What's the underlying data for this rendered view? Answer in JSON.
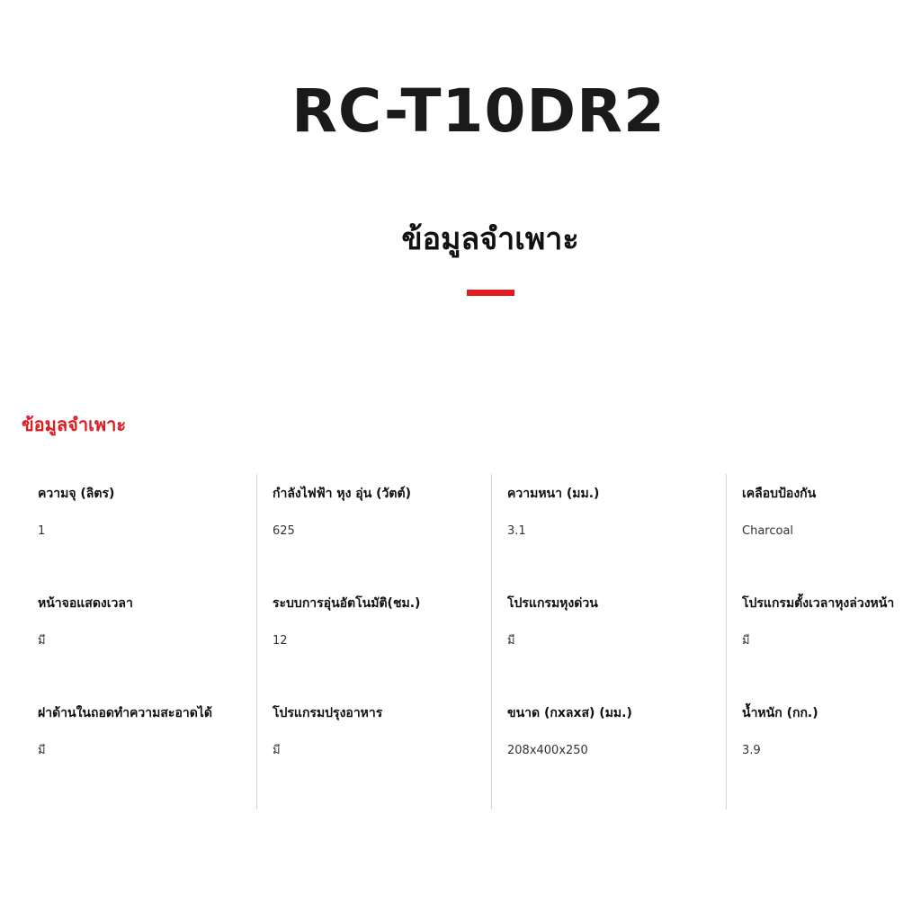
{
  "header": {
    "model": "RC-T10DR2",
    "section_title": "ข้อมูลจำเพาะ",
    "accent_color": "#e01b22"
  },
  "specs": {
    "heading": "ข้อมูลจำเพาะ",
    "items": [
      {
        "label": "ความจุ (ลิตร)",
        "value": "1"
      },
      {
        "label": "กำลังไฟฟ้า หุง อุ่น (วัตต์)",
        "value": "625"
      },
      {
        "label": "ความหนา (มม.)",
        "value": "3.1"
      },
      {
        "label": "เคลือบป้องกัน",
        "value": "Charcoal"
      },
      {
        "label": "หน้าจอแสดงเวลา",
        "value": "มี"
      },
      {
        "label": "ระบบการอุ่นอัตโนมัติ(ชม.)",
        "value": "12"
      },
      {
        "label": "โปรแกรมหุงด่วน",
        "value": "มี"
      },
      {
        "label": "โปรแกรมตั้งเวลาหุงล่วงหน้า",
        "value": "มี"
      },
      {
        "label": "ฝาด้านในถอดทำความสะอาดได้",
        "value": "มี"
      },
      {
        "label": "โปรแกรมปรุงอาหาร",
        "value": "มี"
      },
      {
        "label": "ขนาด (กxลxส) (มม.)",
        "value": "208x400x250"
      },
      {
        "label": "น้ำหนัก (กก.)",
        "value": "3.9"
      }
    ]
  }
}
